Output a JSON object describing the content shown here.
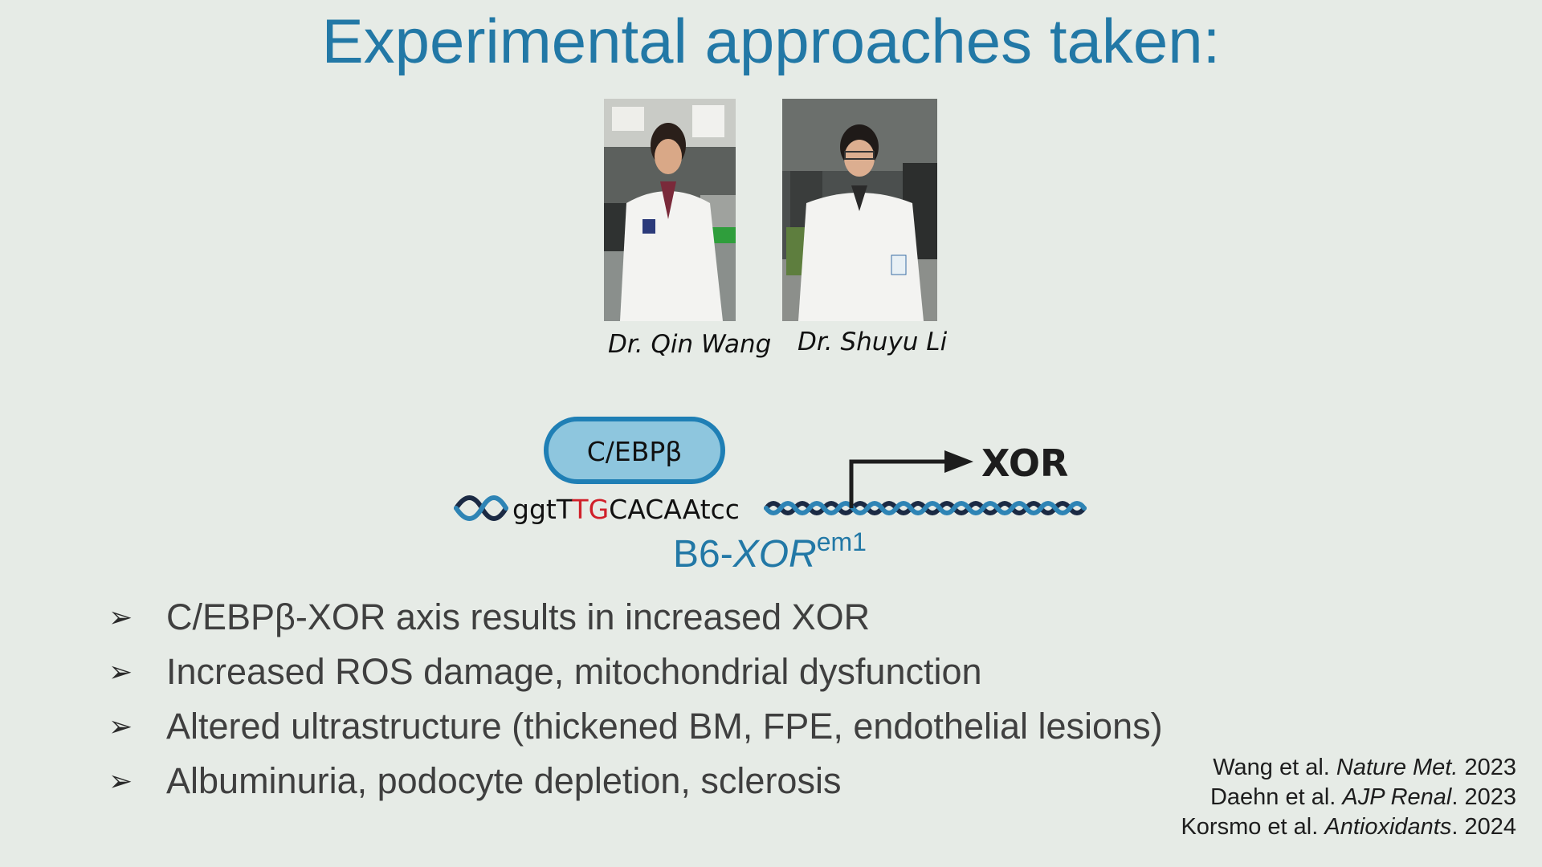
{
  "slide": {
    "title": "Experimental approaches taken:"
  },
  "people": [
    {
      "caption": "Dr. Qin Wang"
    },
    {
      "caption": "Dr. Shuyu Li"
    }
  ],
  "diagram": {
    "factor": "C/EBPβ",
    "sequence_pre": "ggtT",
    "sequence_red": "TG",
    "sequence_post": "CACAAtcc",
    "gene": "XOR",
    "allele_prefix": "B6-",
    "allele_italic": "XOR",
    "allele_sup": "em1",
    "colors": {
      "factor_fill": "#8ec6de",
      "factor_stroke": "#1f7fb5",
      "red": "#d0202a",
      "blue": "#2278a6",
      "dna_dark": "#1b2a44",
      "dna_light": "#2e84b5"
    }
  },
  "bullets": [
    "C/EBPβ-XOR axis results in increased XOR",
    "Increased ROS damage, mitochondrial dysfunction",
    "Altered ultrastructure (thickened BM, FPE, endothelial lesions)",
    "Albuminuria, podocyte depletion, sclerosis"
  ],
  "bullet_symbol": "➢",
  "references": [
    {
      "authors": "Wang et al. ",
      "journal": "Nature Met.",
      "year": " 2023"
    },
    {
      "authors": "Daehn et al. ",
      "journal": "AJP Renal",
      "year": ". 2023"
    },
    {
      "authors": "Korsmo et al. ",
      "journal": "Antioxidants",
      "year": ". 2024"
    }
  ]
}
